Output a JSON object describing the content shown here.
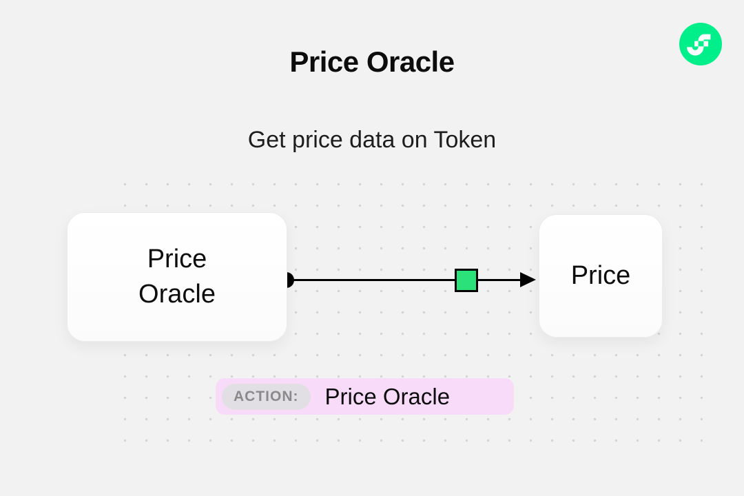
{
  "colors": {
    "page-bg": "#f2f2f2",
    "accent-green": "#00ef8b",
    "connector-green": "#2be27a",
    "action-pink": "#f8dbf9",
    "badge-gray": "#e2dfe4",
    "badge-text": "#8a8a8a",
    "ink": "#111111"
  },
  "header": {
    "title": "Price Oracle",
    "subtitle": "Get price data on Token"
  },
  "logo": {
    "icon": "flow-logo"
  },
  "diagram": {
    "source_node": {
      "line1": "Price",
      "line2": "Oracle"
    },
    "target_node": {
      "label": "Price"
    }
  },
  "action": {
    "badge": "ACTION:",
    "label": "Price Oracle"
  }
}
